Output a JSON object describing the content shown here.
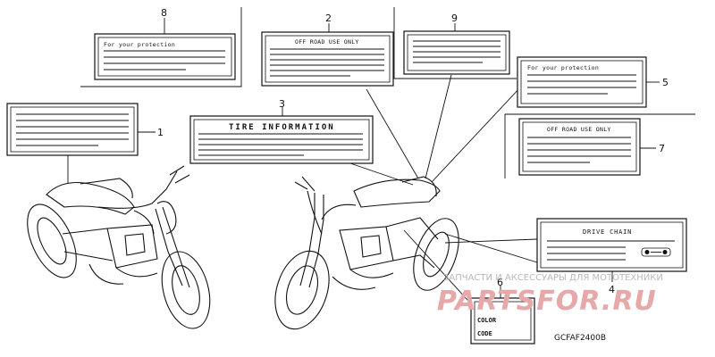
{
  "callouts": {
    "c1": "1",
    "c2": "2",
    "c3": "3",
    "c4": "4",
    "c5": "5",
    "c6": "6",
    "c7": "7",
    "c8": "8",
    "c9": "9"
  },
  "labels": {
    "protection_8": "For your protection",
    "offroad_2": "OFF ROAD USE ONLY",
    "tire_info_3": "TIRE INFORMATION",
    "protection_5": "For your protection",
    "offroad_7": "OFF ROAD USE ONLY",
    "drive_chain_4": "DRIVE CHAIN",
    "color_6": "COLOR",
    "code_6": "CODE"
  },
  "diagram_code": "GCFAF2400B",
  "watermark": {
    "tagline": "ЗАПЧАСТИ И АКСЕССУАРЫ ДЛЯ МОТОТЕХНИКИ",
    "brand": "PARTSFOR.RU"
  }
}
